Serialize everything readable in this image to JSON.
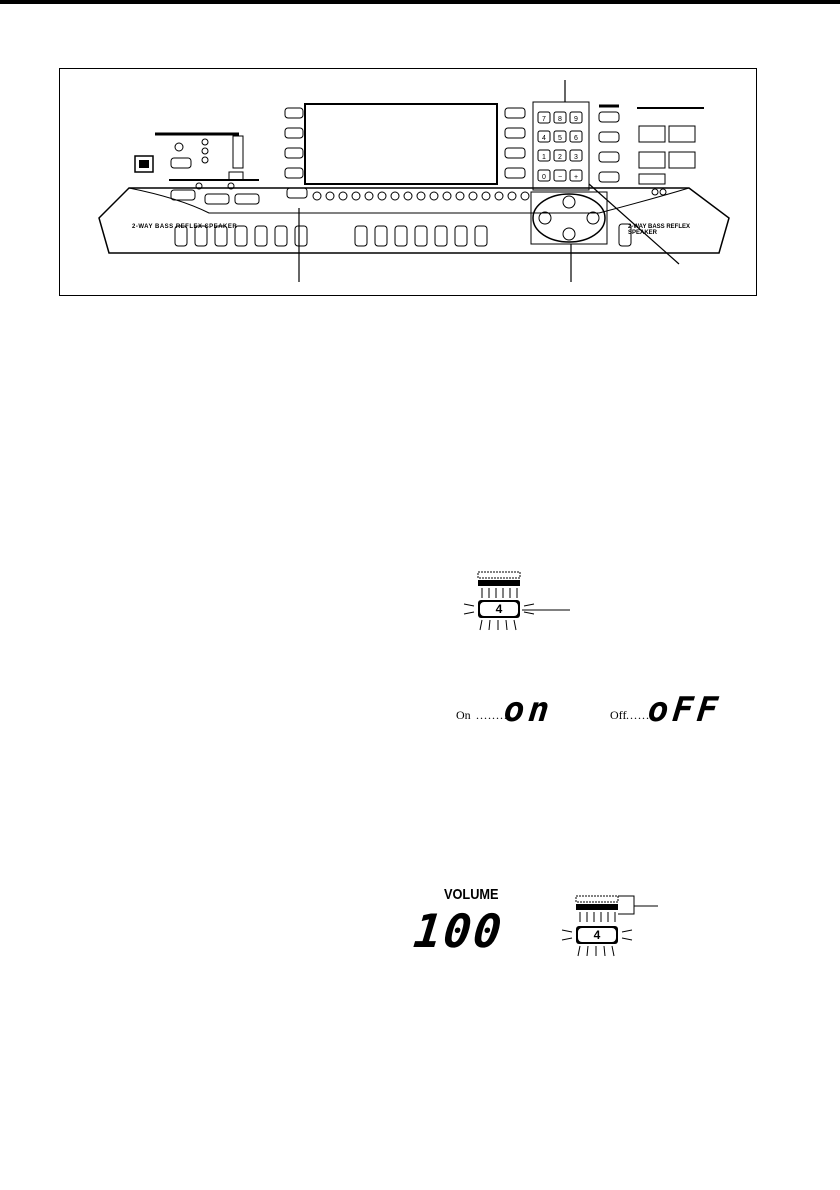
{
  "display_onoff": {
    "on_label": "On",
    "on_value": "on",
    "off_label": "Off",
    "off_value": "oFF"
  },
  "volume_display": {
    "label": "VOLUME",
    "value": "100"
  },
  "track_indicator": {
    "number": "4"
  },
  "keyboard_panel": {
    "left_speaker_text": "2-WAY BASS REFLEX SPEAKER",
    "right_speaker_text": "2-WAY BASS REFLEX SPEAKER",
    "keypad_digits": [
      "7",
      "8",
      "9",
      "4",
      "5",
      "6",
      "1",
      "2",
      "3",
      "0",
      "−",
      "+"
    ]
  }
}
